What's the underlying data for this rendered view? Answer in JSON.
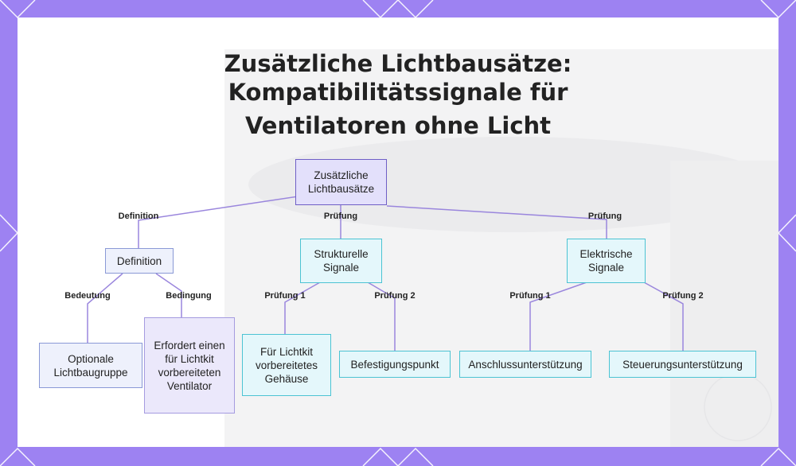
{
  "title": {
    "line1": "Zusätzliche Lichtbausätze:",
    "line2": "Kompatibilitätssignale für",
    "line3": "Ventilatoren ohne Licht"
  },
  "nodes": {
    "root": "Zusätzliche Lichtbausätze",
    "definition": "Definition",
    "structural": "Strukturelle Signale",
    "electrical": "Elektrische Signale",
    "optional": "Optionale Lichtbaugruppe",
    "requires": "Erfordert einen für Lichtkit vorbereiteten Ventilator",
    "housing": "Für Lichtkit vorbereitetes Gehäuse",
    "mounting": "Befestigungspunkt",
    "connection": "Anschlussunterstützung",
    "control": "Steuerungsunterstützung"
  },
  "edge_labels": {
    "root_definition": "Definition",
    "root_structural": "Prüfung",
    "root_electrical": "Prüfung",
    "def_meaning": "Bedeutung",
    "def_condition": "Bedingung",
    "struct_check1": "Prüfung 1",
    "struct_check2": "Prüfung 2",
    "elec_check1": "Prüfung 1",
    "elec_check2": "Prüfung 2"
  },
  "colors": {
    "frame": "#9d82f2",
    "connector": "#9a86dd",
    "root_border": "#6f5fc6",
    "cyan_border": "#4cc3d3"
  }
}
